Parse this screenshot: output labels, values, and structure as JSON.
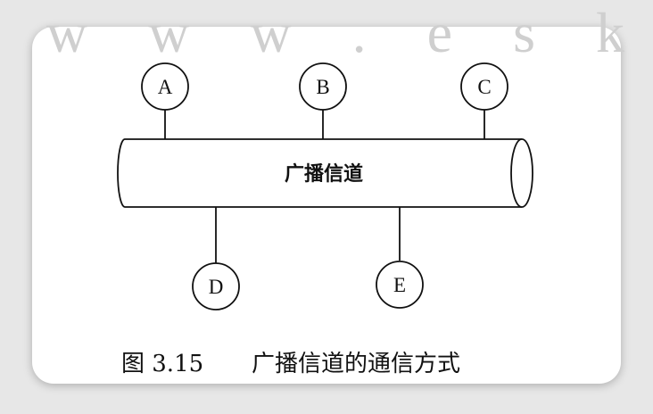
{
  "watermark": "w w w . e s k a o y",
  "channel": {
    "label": "广播信道"
  },
  "nodes": [
    {
      "id": "A",
      "label": "A"
    },
    {
      "id": "B",
      "label": "B"
    },
    {
      "id": "C",
      "label": "C"
    },
    {
      "id": "D",
      "label": "D"
    },
    {
      "id": "E",
      "label": "E"
    }
  ],
  "caption": {
    "figure_number": "图 3.15",
    "text": "广播信道的通信方式"
  }
}
